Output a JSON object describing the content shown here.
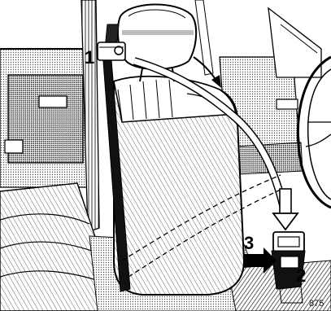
{
  "figure": {
    "figure_number": "875",
    "callouts": [
      {
        "id": "upper-belt-anchor",
        "label": "1"
      },
      {
        "id": "buckle-release-button",
        "label": "2"
      },
      {
        "id": "belt-latch-plate",
        "label": "3"
      }
    ],
    "colors": {
      "ink": "#000000",
      "paper": "#ffffff",
      "shade": "#bdbdbd"
    }
  }
}
